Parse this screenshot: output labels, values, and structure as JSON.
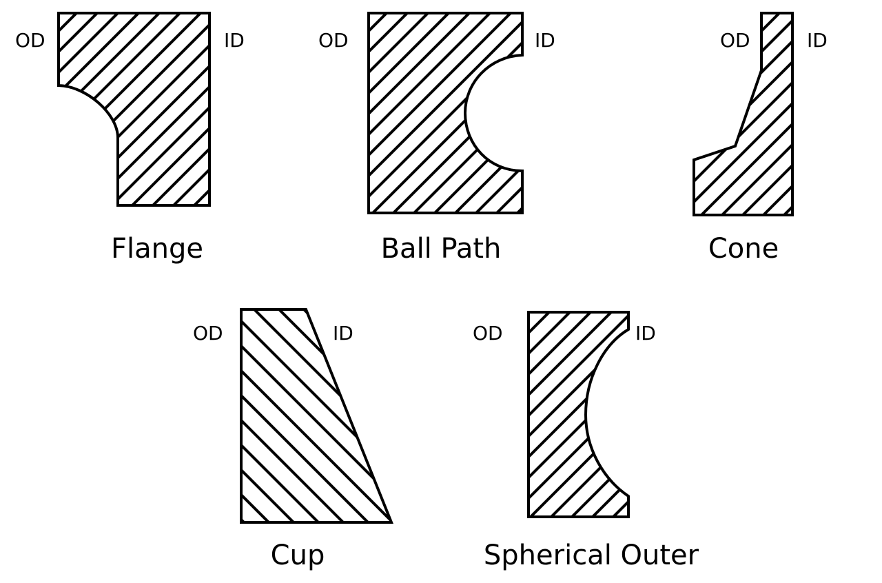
{
  "diagram": {
    "profiles": [
      {
        "id": "flange",
        "title": "Flange",
        "od_label": "OD",
        "id_label": "ID",
        "hatch": "forward"
      },
      {
        "id": "ball-path",
        "title": "Ball Path",
        "od_label": "OD",
        "id_label": "ID",
        "hatch": "forward"
      },
      {
        "id": "cone",
        "title": "Cone",
        "od_label": "OD",
        "id_label": "ID",
        "hatch": "forward"
      },
      {
        "id": "cup",
        "title": "Cup",
        "od_label": "OD",
        "id_label": "ID",
        "hatch": "backward"
      },
      {
        "id": "spherical-outer",
        "title": "Spherical Outer",
        "od_label": "OD",
        "id_label": "ID",
        "hatch": "forward"
      }
    ]
  }
}
